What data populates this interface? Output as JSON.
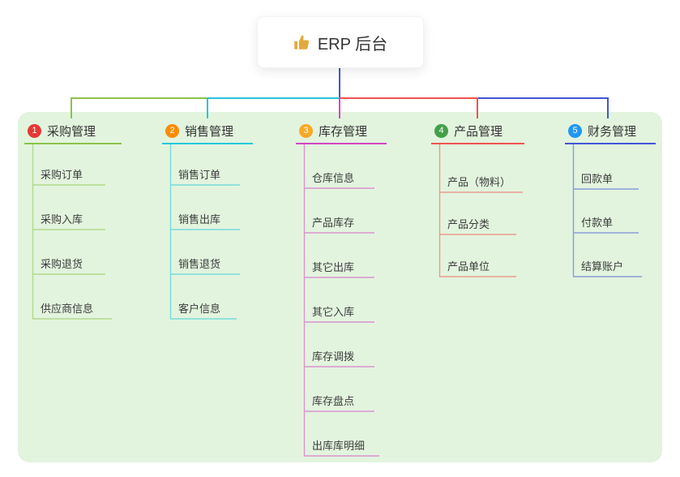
{
  "root": {
    "icon": "thumbs-up-icon",
    "title": "ERP 后台"
  },
  "colors": {
    "panel_bg": "#e2f4de",
    "stem": "#4356d6",
    "thumb": "#e2a93b"
  },
  "branches": [
    {
      "num": "1",
      "label": "采购管理",
      "badge_color": "#e53935",
      "line_color": "#8bc34a",
      "items": [
        "采购订单",
        "采购入库",
        "采购退货",
        "供应商信息"
      ]
    },
    {
      "num": "2",
      "label": "销售管理",
      "badge_color": "#fb8c00",
      "line_color": "#26c6da",
      "items": [
        "销售订单",
        "销售出库",
        "销售退货",
        "客户信息"
      ]
    },
    {
      "num": "3",
      "label": "库存管理",
      "badge_color": "#f9a825",
      "line_color": "#d446c3",
      "items": [
        "仓库信息",
        "产品库存",
        "其它出库",
        "其它入库",
        "库存调拨",
        "库存盘点",
        "出库库明细"
      ]
    },
    {
      "num": "4",
      "label": "产品管理",
      "badge_color": "#43a047",
      "line_color": "#ef5350",
      "items": [
        "产品（物料）",
        "产品分类",
        "产品单位"
      ]
    },
    {
      "num": "5",
      "label": "财务管理",
      "badge_color": "#2196f3",
      "line_color": "#4356d6",
      "items": [
        "回款单",
        "付款单",
        "结算账户"
      ]
    }
  ]
}
